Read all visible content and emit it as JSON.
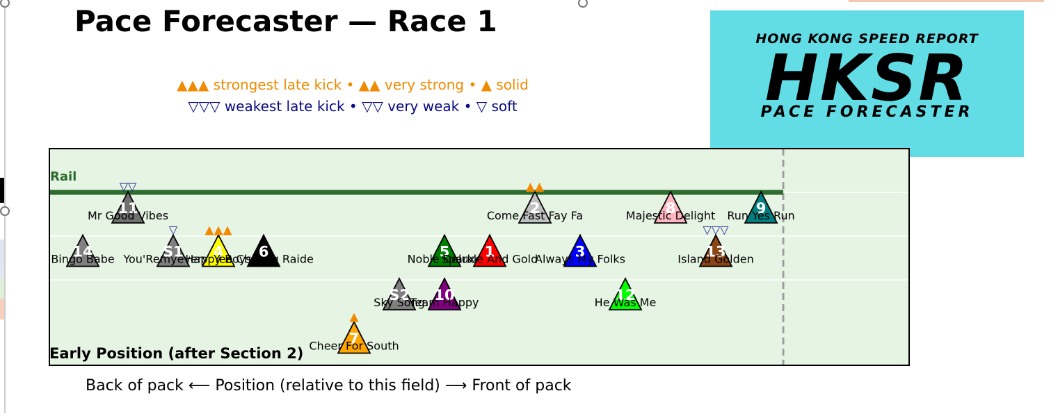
{
  "title": "Pace Forecaster — Race 1",
  "legend": {
    "strong_line": "▲▲▲ strongest late kick  •  ▲▲ very strong  •  ▲ solid",
    "weak_line": "▽▽▽ weakest late kick  •  ▽▽ very weak  •  ▽ soft"
  },
  "logo": {
    "top_text": "HONG KONG SPEED REPORT",
    "main_text": "HKSR",
    "bottom_text": "PACE FORECASTER"
  },
  "axis_caption": "Back of pack  ⟵  Position (relative to this field)  ⟶  Front of pack",
  "chart_data": {
    "type": "scatter",
    "rail_label": "Rail",
    "plot_label": "Early Position (after Section 2)",
    "colors": {
      "background": "#e6f4e4",
      "rail": "#2e6b2e",
      "strong": "#f08a00",
      "weak": "#1a1a8c",
      "frame": "#000000"
    },
    "runners": [
      {
        "number": "11",
        "name": "Mr Good Vibes",
        "x": 1.5,
        "lane": 0,
        "color": "#707070",
        "kick": "▽▽"
      },
      {
        "number": "2",
        "name": "Come Fast Fay Fa",
        "x": 10.5,
        "lane": 0,
        "color": "#c0c0c0",
        "kick": "▲▲"
      },
      {
        "number": "8",
        "name": "Majestic Delight",
        "x": 13.5,
        "lane": 0,
        "color": "#ffb6c1",
        "kick": ""
      },
      {
        "number": "9",
        "name": "Run Yes Run",
        "x": 15.5,
        "lane": 0,
        "color": "#008080",
        "kick": ""
      },
      {
        "number": "14",
        "name": "Bingo Babe",
        "x": 0.5,
        "lane": 1,
        "color": "#808080",
        "kick": ""
      },
      {
        "number": "S1",
        "name": "You'Remyeverythi",
        "x": 2.5,
        "lane": 1,
        "color": "#808080",
        "kick": "▽"
      },
      {
        "number": "4",
        "name": "Happy Boys",
        "x": 3.5,
        "lane": 1,
        "color": "#ffff00",
        "kick": "▲▲▲"
      },
      {
        "number": "6",
        "name": "Yee Cheong Raide",
        "x": 4.5,
        "lane": 1,
        "color": "#000000",
        "kick": ""
      },
      {
        "number": "5",
        "name": "Noble Deluxe",
        "x": 8.5,
        "lane": 1,
        "color": "#008000",
        "kick": ""
      },
      {
        "number": "1",
        "name": "Sparkle And Gold",
        "x": 9.5,
        "lane": 1,
        "color": "#ff0000",
        "kick": ""
      },
      {
        "number": "3",
        "name": "Always My Folks",
        "x": 11.5,
        "lane": 1,
        "color": "#0000ff",
        "kick": ""
      },
      {
        "number": "13",
        "name": "Island Golden",
        "x": 14.5,
        "lane": 1,
        "color": "#8b4513",
        "kick": "▽▽▽"
      },
      {
        "number": "S2",
        "name": "Sky Song",
        "x": 7.5,
        "lane": 2,
        "color": "#808080",
        "kick": ""
      },
      {
        "number": "10",
        "name": "Team Happy",
        "x": 8.5,
        "lane": 2,
        "color": "#800080",
        "kick": ""
      },
      {
        "number": "12",
        "name": "He Was Me",
        "x": 12.5,
        "lane": 2,
        "color": "#00ff00",
        "kick": ""
      },
      {
        "number": "7",
        "name": "Cheer For South",
        "x": 6.5,
        "lane": 3,
        "color": "#ffa500",
        "kick": "▲"
      }
    ]
  }
}
